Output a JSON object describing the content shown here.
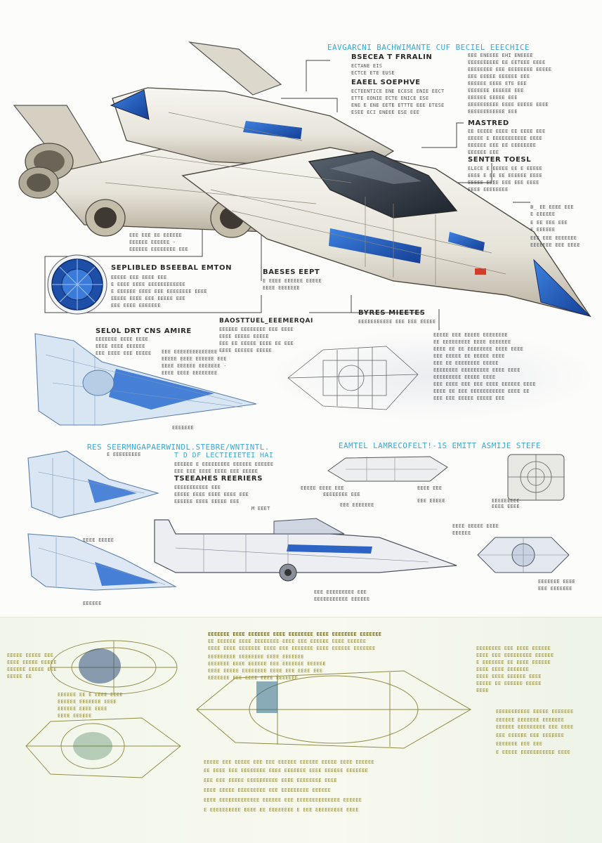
{
  "header": {
    "title": "EAVGARCNI BACHWIMANTE CUF BECIEL EEECHICE",
    "sub1": "BSECEA T FRRALIN",
    "sub1_lines": [
      "ECTANE EIS",
      "ECTCE ETE EUSE"
    ]
  },
  "callouts": {
    "engine": {
      "title": "EAEEL SOEPHVE",
      "lines": [
        "ECTEENTICE ENE ECESE ENIE EECT",
        "ETTE EONIE ECTE ENICE ESE",
        "ENE E ENE EETE ETTTE EEE ETESE",
        "ESEE ECI ENEEE ESE EEE"
      ]
    },
    "right_col": {
      "lines": [
        "EEE ENEEEE EHI ENEEEE",
        "EEEEEEEEEE EE EETEEE EEEE",
        "EEEEEEEE EEE EEEEEEEE  EEEEE",
        "EEE EEEEE EEEEEE EEE",
        "EEEEEE EEEE ETE EEE",
        "EEEEEEE EEEEEE EEE",
        "EEEEEE EEEEE EEE",
        "EEEEEEEEEE EEEE EEEEE EEEE",
        "EEEEEEEEEEEE EEE"
      ]
    },
    "master": {
      "title": "MASTRED",
      "lines": [
        "EE EEEEE EEEE EE EEEE EEE",
        "EEEEE E EEEEEEEEEEE EEEE",
        "EEEEEE EEE EE EEEEEEEE",
        "EEEEEE EEE"
      ]
    },
    "shield": {
      "title": "SENTER TOESL",
      "lines": [
        "ELECE E EEEEE EE E EEEEE",
        "EEEE E EE EE EEEEEE EEEE",
        "EEEEE EEEE EEE EEE EEEE",
        "EEEE EEEEEEEE"
      ]
    },
    "nose": {
      "lines": [
        "B_ EE EEEE  EEE",
        "E EEEEEE",
        "E EE EEE  EEE",
        "E EEEEEE",
        "EEE EEE EEEEEEE",
        "EEEEEEE EEE EEEE"
      ]
    },
    "wing": {
      "lines": [
        "EEE EEE EE EEEEEE",
        "EEEEEE EEEEEE  -",
        "EEEEEE EEEEEEEE EEE"
      ]
    },
    "blue_detail": {
      "title": "SEPLIBLED BSEEBAL EMTON",
      "lines": [
        "EEEEE EEE EEEE EEE",
        "E EEEE EEEE EEEEEEEEEEEE",
        "E EEEEEE EEEE EEE EEEEEEEE EEEE",
        "EEEEE EEEE EEE EEEEE EEE",
        "EEE EEEE EEEEEEE"
      ]
    },
    "belly": {
      "title": "BAESES EEPT",
      "lines": [
        "E EEEE EEEEEE EEEEE",
        "EEEE EEEEEEE"
      ]
    },
    "cockpit": {
      "title": "BYRES MIEETES",
      "lines": [
        "EEEEEEEEEEE EEE EEE EEEEE"
      ]
    },
    "section": {
      "title": "BAOSTTUEL_EEEMERQAI",
      "lines": [
        "EEEEEE EEEEEEEE EEE EEEE",
        "EEEE EEEEE EEEEE",
        "EEE EE EEEEE EEEE EE EEE",
        "EEEE EEEEEE EEEEE"
      ]
    },
    "mid_right": {
      "lines": [
        "EEEEE EEE EEEEE EEEEEEEE",
        "EE EEEEEEEEE EEEE EEEEEEE",
        "EEEE EE EE EEEEEEEE EEEE EEEE",
        "EEE EEEEE EE EEEEE EEEE",
        "EEE EE EEEEEEEE EEEEE",
        "EEEEEEEE EEEEEEEEE EEEE EEEE",
        "EEEEEEEEE EEEEE EEEE",
        "EEE EEEE EEE EEE EEEE EEEEEE  EEEE",
        "EEEE EE EEE EEEEEEEEEEE  EEEE EE",
        "EEE EEE EEEEE EEEEE EEE"
      ]
    },
    "blue_top": {
      "title": "SEL0L DRT CNS AMIRE",
      "lines": [
        "EEEEEEE EEEE EEEE",
        "EEEE EEEE EEEEEE",
        "EEE EEEE EEE EEEEE"
      ]
    },
    "blue_top2": {
      "lines": [
        "EEE EEEEEEEEEEEEEE -",
        "EEEEE EEEE EEEEEE EEE",
        "EEEE EEEEEE EEEEEEE  -",
        "EEEE EEEE EEEEEEEE"
      ]
    },
    "blue_top_label": "EEEEEEE"
  },
  "mid_section": {
    "left_title": "RES SEERMNGAPAERWINDL.STEBRE/WNTINTL.",
    "left_sub": "T D DF LECTIEIETEI HAI",
    "left_lines": [
      "EEEEEE E EEEEEEEEE EEEEEE EEEEEE",
      "EEE EEE EEEE EEEE EEE EEEEE"
    ],
    "left_head2": "TSEEAHES REERIERS",
    "left_lines2": [
      "EEEEEEEEEEE EEE",
      "EEEEE EEEE EEEE EEEE EEE",
      "EEEEEE EEEE EEEEE EEE"
    ],
    "right_title": "EAMTEL LAMRECOFELT!-1S EMITT ASMIJE STEFE",
    "label_a": "E EEEEEEEEE",
    "label_b": "EEEEE EEEE EEE",
    "label_c": "M EEET",
    "label_d": "EEEE EEEEE",
    "label_e": "EEEEEE",
    "label_f": "EEE EEEEEEEEE EEE",
    "label_g": "EEEEEEEEEEE EEEEEE",
    "label_h": "EEEEEEEE EEE",
    "label_i": "EEE EEEEEEE",
    "label_j": "EEEE EEE",
    "label_k": "EEE EEEEE",
    "label_l": "EEEEEEEEE",
    "label_m": "EEEE EEEEE EEEE",
    "label_n": "EEEEEE",
    "label_o": "EEEEEEE EEEE",
    "label_p": "EEE EEEEEEE",
    "label_q": "EEEE EEEE"
  },
  "bottom_section": {
    "left_lines": [
      "EEEEE EEEEE EEE",
      "EEEE EEEEE EEEEE",
      "EEEEEE EEEEE EEE",
      "EEEEE EE",
      "EEEEEE EE E EEEE EEEE",
      "EEEEEE EEEEEEE EEEE",
      "EEEEEE EEEE EEEE",
      "EEEE EEEEEE"
    ],
    "top_lines": [
      "EEEEEEE EEEE EEEEEEE EEEE EEEEEEEE EEEE EEEEEEEE EEEEEEE",
      "EE EEEEEE EEEE EEEEEEEE EEEE EEE EEEEEE EEEE EEEEEE",
      "EEEE EEEE EEEEEEE EEEE EEE EEEEEEE EEEE EEEEEE EEEEEEE",
      "EEEEEEEEE EEEEEEEE EEEE EEEEEEE",
      "EEEEEEE EEEE EEEEEE EEE EEEEEEE EEEEEE",
      "EEEE EEEEE EEEEEEEE EEEE EEE EEEE EEE",
      "EEEEEEE EEE EEEE EEEE EEEEEEE"
    ],
    "right_lines": [
      "EEEEEEEE EEE EEEE EEEEEE",
      "EEEE EEE EEEEEEEEE EEEEEE",
      "E EEEEEEE EE EEEE EEEEEE",
      "EEEE EEEE EEEEEEE",
      "EEEE EEEE EEEEEE EEEE",
      "EEEEE EE EEEEEE EEEEE",
      "EEEE"
    ],
    "right_lines2": [
      "EEEEEEEEEEE EEEEE EEEEEEE",
      "EEEEEE EEEEEEE EEEEEEE",
      "EEEEEE EEEEEEEEE EEE EEEE",
      "EEE EEEEEE EEE EEEEEEE",
      "EEEEEEE EEE EEE",
      "E EEEEE  EEEEEEEEEEE EEEE"
    ],
    "bottom_lines": [
      "EEEEE EEE EEEEE EEE EEE EEEEEE EEEEEE EEEEE EEEE EEEEEE",
      "EE EEEE EEE EEEEEEEE EEEE EEEEEEE EEEE EEEEEE EEEEEEE",
      "EEE EEE EEEEE EEEEEEEEEE EEEE EEEEEEEE EEEE",
      "EEEE EEEEE EEEEEEEEE EEE EEEEEEEEE EEEEEE",
      "EEEE EEEEEEEEEEEEE EEEEEE EEE EEEEEEEEEEEEEE EEEEEE",
      "E EEEEEEEEEE EEEE EE EEEEEEEE E EEE EEEEEEEEE EEEE"
    ]
  },
  "colors": {
    "accent_blue": "#1f5fbf",
    "cyan_title": "#39a9d6",
    "hull": "#efede6",
    "olive_ink": "#8f8a43"
  }
}
